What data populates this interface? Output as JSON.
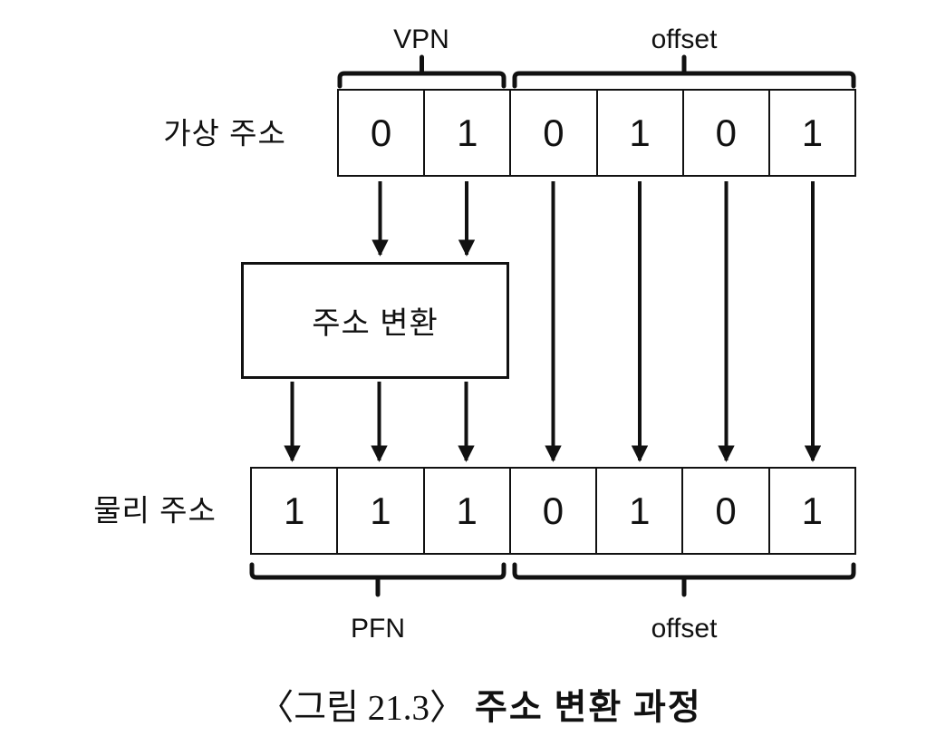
{
  "figure": {
    "caption_prefix": "〈그림 21.3〉",
    "caption_title": "주소 변환 과정"
  },
  "virtual_address": {
    "label": "가상 주소",
    "bits": [
      "0",
      "1",
      "0",
      "1",
      "0",
      "1"
    ],
    "fields": [
      {
        "name": "VPN",
        "bit_count": 2
      },
      {
        "name": "offset",
        "bit_count": 4
      }
    ]
  },
  "translation_box": {
    "label": "주소 변환"
  },
  "physical_address": {
    "label": "물리 주소",
    "bits": [
      "1",
      "1",
      "1",
      "0",
      "1",
      "0",
      "1"
    ],
    "fields": [
      {
        "name": "PFN",
        "bit_count": 3
      },
      {
        "name": "offset",
        "bit_count": 4
      }
    ]
  },
  "colors": {
    "line": "#111111",
    "background": "#ffffff",
    "text": "#111111"
  }
}
